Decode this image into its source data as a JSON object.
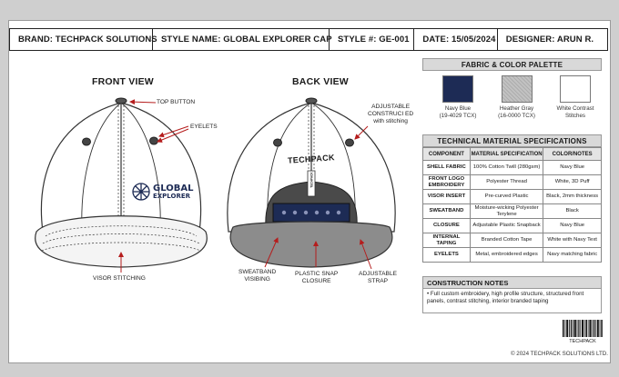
{
  "header": {
    "brand": "BRAND: TECHPACK SOLUTIONS",
    "style_name": "STYLE NAME: GLOBAL EXPLORER CAP",
    "style_no": "STYLE #: GE-001",
    "date": "DATE: 15/05/2024",
    "designer": "DESIGNER: ARUN R."
  },
  "front_view": {
    "title": "FRONT VIEW",
    "callouts": {
      "top_button": "TOP BUTTON",
      "eyelets": "EYELETS",
      "visor_stitching": "VISOR STITCHING"
    },
    "logo": {
      "line1": "GLOBAL",
      "line2": "EXPLORER"
    }
  },
  "back_view": {
    "title": "BACK VIEW",
    "strap_text": "TECHPACK",
    "tag_text": "TECHPACK",
    "callouts": {
      "adjustable": [
        "ADJUSTABLE",
        "CONSTRUCI ED",
        "with stitching"
      ],
      "sweatband": [
        "SWEATBAND",
        "VISIBING"
      ],
      "snap": [
        "PLASTIC SNAP",
        "CLOSURE"
      ],
      "strap": [
        "ADJUSTABLE",
        "STRAP"
      ]
    }
  },
  "palette": {
    "title": "FABRIC & COLOR PALETTE",
    "swatches": [
      {
        "name": [
          "Navy Blue",
          "(19-4029 TCX)"
        ],
        "color": "#1d2b55"
      },
      {
        "name": [
          "Heather Gray",
          "(16-0000 TCX)"
        ],
        "color": "#b8b8b8"
      },
      {
        "name": [
          "White Contrast",
          "Stitches"
        ],
        "color": "#ffffff"
      }
    ]
  },
  "materials": {
    "title": "TECHNICAL MATERIAL SPECIFICATIONS",
    "headers": [
      "COMPONENT",
      "MATERIAL SPECIFICATION",
      "COLOR/NOTES"
    ],
    "rows": [
      [
        "SHELL FABRIC",
        "100% Cotton Twill (280gsm)",
        "Navy Blue"
      ],
      [
        "FRONT LOGO EMBROIDERY",
        "Polyester Thread",
        "White, 3D Puff"
      ],
      [
        "VISOR INSERT",
        "Pre-curved Plastic",
        "Black, 2mm thickness"
      ],
      [
        "SWEATBAND",
        "Moisture-wicking Polyester Terylene",
        "Black"
      ],
      [
        "CLOSURE",
        "Adjustable Plastic Snapback",
        "Navy Blue"
      ],
      [
        "INTERNAL TAPING",
        "Branded Cotton Tape",
        "White with Navy Text"
      ],
      [
        "EYELETS",
        "Metal, embroidered edges",
        "Navy matching fabric"
      ]
    ]
  },
  "notes": {
    "title": "CONSTRUCTION NOTES",
    "body": "• Full custom embroidery, high profile structure, structured front panels, contrast stitching, interior branded taping"
  },
  "barcode_label": "TECHPACK",
  "copyright": "© 2024 TECHPACK SOLUTIONS LTD."
}
